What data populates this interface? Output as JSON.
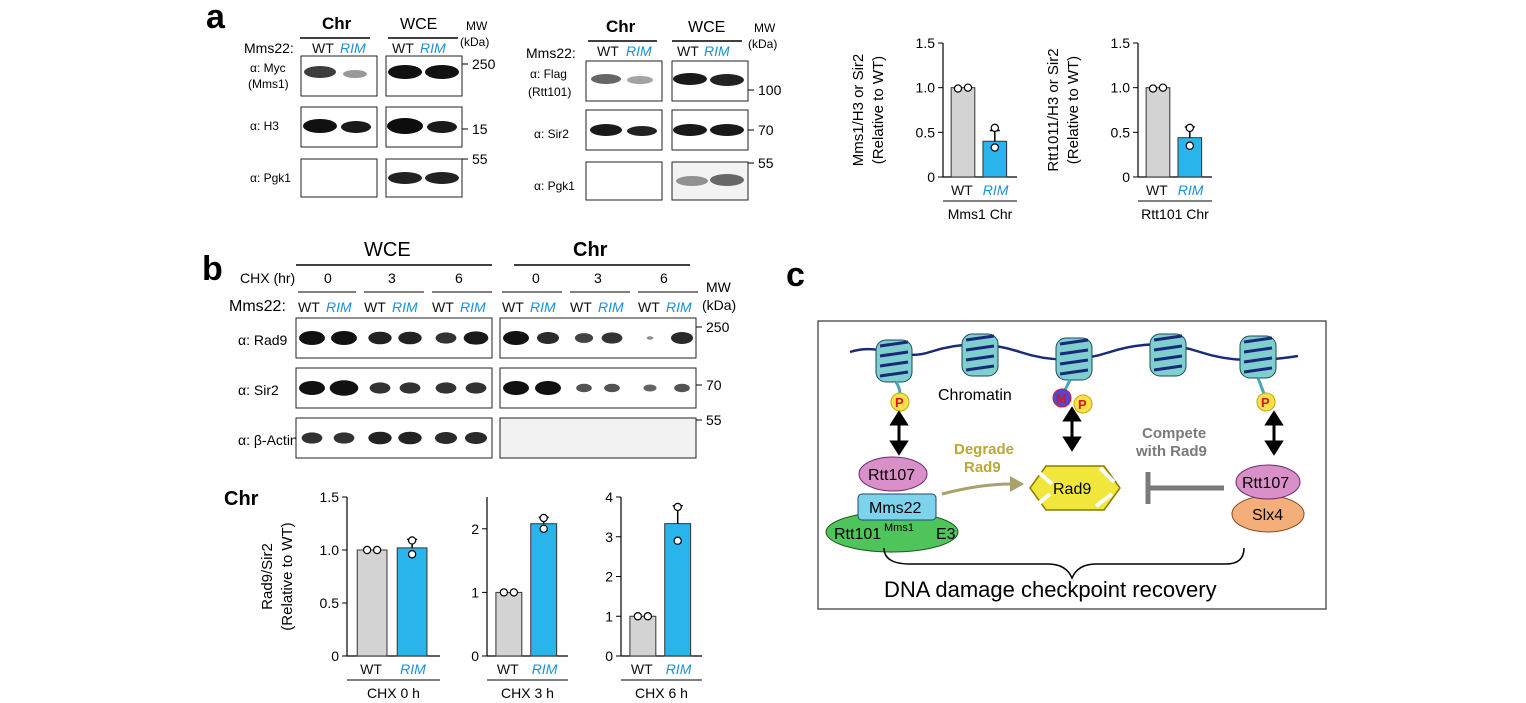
{
  "colors": {
    "rim": "#1e90d6",
    "bar_wt": "#d3d3d3",
    "bar_rim": "#29b5ec",
    "histone": "#7fcfcf",
    "rtt107": "#d98fc8",
    "mms22": "#7dd3ec",
    "e3": "#4fc45a",
    "rad9": "#f0e63c",
    "slx4": "#f3ae7a",
    "p_mark": "#f6e24a",
    "m_mark": "#4a4ad8"
  },
  "panel_a": {
    "letter": "a",
    "blot1": {
      "chr": "Chr",
      "wce": "WCE",
      "mw": "MW",
      "kda": "(kDa)",
      "mms22": "Mms22:",
      "wt": "WT",
      "rim": "RIM",
      "rows": [
        {
          "label": "α: Myc",
          "sub": "(Mms1)",
          "mw": "250"
        },
        {
          "label": "α: H3",
          "sub": "",
          "mw": "15"
        },
        {
          "label": "α: Pgk1",
          "sub": "",
          "mw": "55"
        }
      ]
    },
    "blot2": {
      "chr": "Chr",
      "wce": "WCE",
      "mw": "MW",
      "kda": "(kDa)",
      "mms22": "Mms22:",
      "wt": "WT",
      "rim": "RIM",
      "rows": [
        {
          "label": "α: Flag",
          "sub": "(Rtt101)",
          "mw": "100"
        },
        {
          "label": "α: Sir2",
          "sub": "",
          "mw": "70"
        },
        {
          "label": "α: Pgk1",
          "sub": "",
          "mw": "55"
        }
      ]
    }
  },
  "panel_b": {
    "letter": "b",
    "wce": "WCE",
    "chr": "Chr",
    "chx": "CHX (hr)",
    "mms22": "Mms22:",
    "mw": "MW",
    "kda": "(kDa)",
    "times": [
      "0",
      "3",
      "6"
    ],
    "wt": "WT",
    "rim": "RIM",
    "rows": [
      {
        "label": "α: Rad9",
        "mw": "250"
      },
      {
        "label": "α: Sir2",
        "mw": "70"
      },
      {
        "label": "α: β-Actin",
        "mw": "55"
      }
    ],
    "quant_title": "Chr"
  },
  "panel_c": {
    "letter": "c",
    "chromatin": "Chromatin",
    "p": "P",
    "m": "M",
    "degrade_line1": "Degrade",
    "degrade_line2": "Rad9",
    "compete_line1": "Compete",
    "compete_line2": "with Rad9",
    "rtt107": "Rtt107",
    "mms22": "Mms22",
    "rtt101": "Rtt101",
    "mms1_sup": "Mms1",
    "e3": "E3",
    "rad9": "Rad9",
    "rtt107_b": "Rtt107",
    "slx4": "Slx4",
    "recovery": "DNA damage checkpoint recovery"
  },
  "chart_data": [
    {
      "type": "bar",
      "ylabel_line1": "Mms1/H3 or Sir2",
      "ylabel_line2": "(Relative to WT)",
      "categories": [
        "WT",
        "RIM"
      ],
      "values": [
        1.0,
        0.4
      ],
      "errors": [
        0,
        0.12
      ],
      "points": [
        [
          0.99,
          1.0
        ],
        [
          0.33,
          0.55
        ]
      ],
      "ylim": [
        0,
        1.5
      ],
      "yticks": [
        "0",
        "0.5",
        "1.0",
        "1.5"
      ],
      "group": "Mms1 Chr"
    },
    {
      "type": "bar",
      "ylabel_line1": "Rtt1011/H3 or Sir2",
      "ylabel_line2": "(Relative to WT)",
      "categories": [
        "WT",
        "RIM"
      ],
      "values": [
        1.0,
        0.44
      ],
      "errors": [
        0,
        0.12
      ],
      "points": [
        [
          0.99,
          1.0
        ],
        [
          0.35,
          0.55
        ]
      ],
      "ylim": [
        0,
        1.5
      ],
      "yticks": [
        "0",
        "0.5",
        "1.0",
        "1.5"
      ],
      "group": "Rtt101 Chr"
    },
    {
      "type": "bar",
      "ylabel_line1": "Rad9/Sir2",
      "ylabel_line2": "(Relative to WT)",
      "categories": [
        "WT",
        "RIM"
      ],
      "values": [
        1.0,
        1.02
      ],
      "errors": [
        0,
        0.08
      ],
      "points": [
        [
          1.0,
          1.0
        ],
        [
          0.96,
          1.09
        ]
      ],
      "ylim": [
        0,
        1.5
      ],
      "yticks": [
        "0",
        "0.5",
        "1.0",
        "1.5"
      ],
      "group": "CHX 0 h"
    },
    {
      "type": "bar",
      "ylabel_line1": "",
      "ylabel_line2": "",
      "categories": [
        "WT",
        "RIM"
      ],
      "values": [
        1.0,
        2.08
      ],
      "errors": [
        0,
        0.1
      ],
      "points": [
        [
          1.0,
          1.0
        ],
        [
          2.0,
          2.17
        ]
      ],
      "ylim": [
        0,
        2.5
      ],
      "yticks": [
        "0",
        "1",
        "2"
      ],
      "group": "CHX 3 h"
    },
    {
      "type": "bar",
      "ylabel_line1": "",
      "ylabel_line2": "",
      "categories": [
        "WT",
        "RIM"
      ],
      "values": [
        1.0,
        3.33
      ],
      "errors": [
        0,
        0.45
      ],
      "points": [
        [
          1.0,
          1.0
        ],
        [
          2.9,
          3.75
        ]
      ],
      "ylim": [
        0,
        4
      ],
      "yticks": [
        "0",
        "1",
        "2",
        "3",
        "4"
      ],
      "group": "CHX 6 h"
    }
  ]
}
